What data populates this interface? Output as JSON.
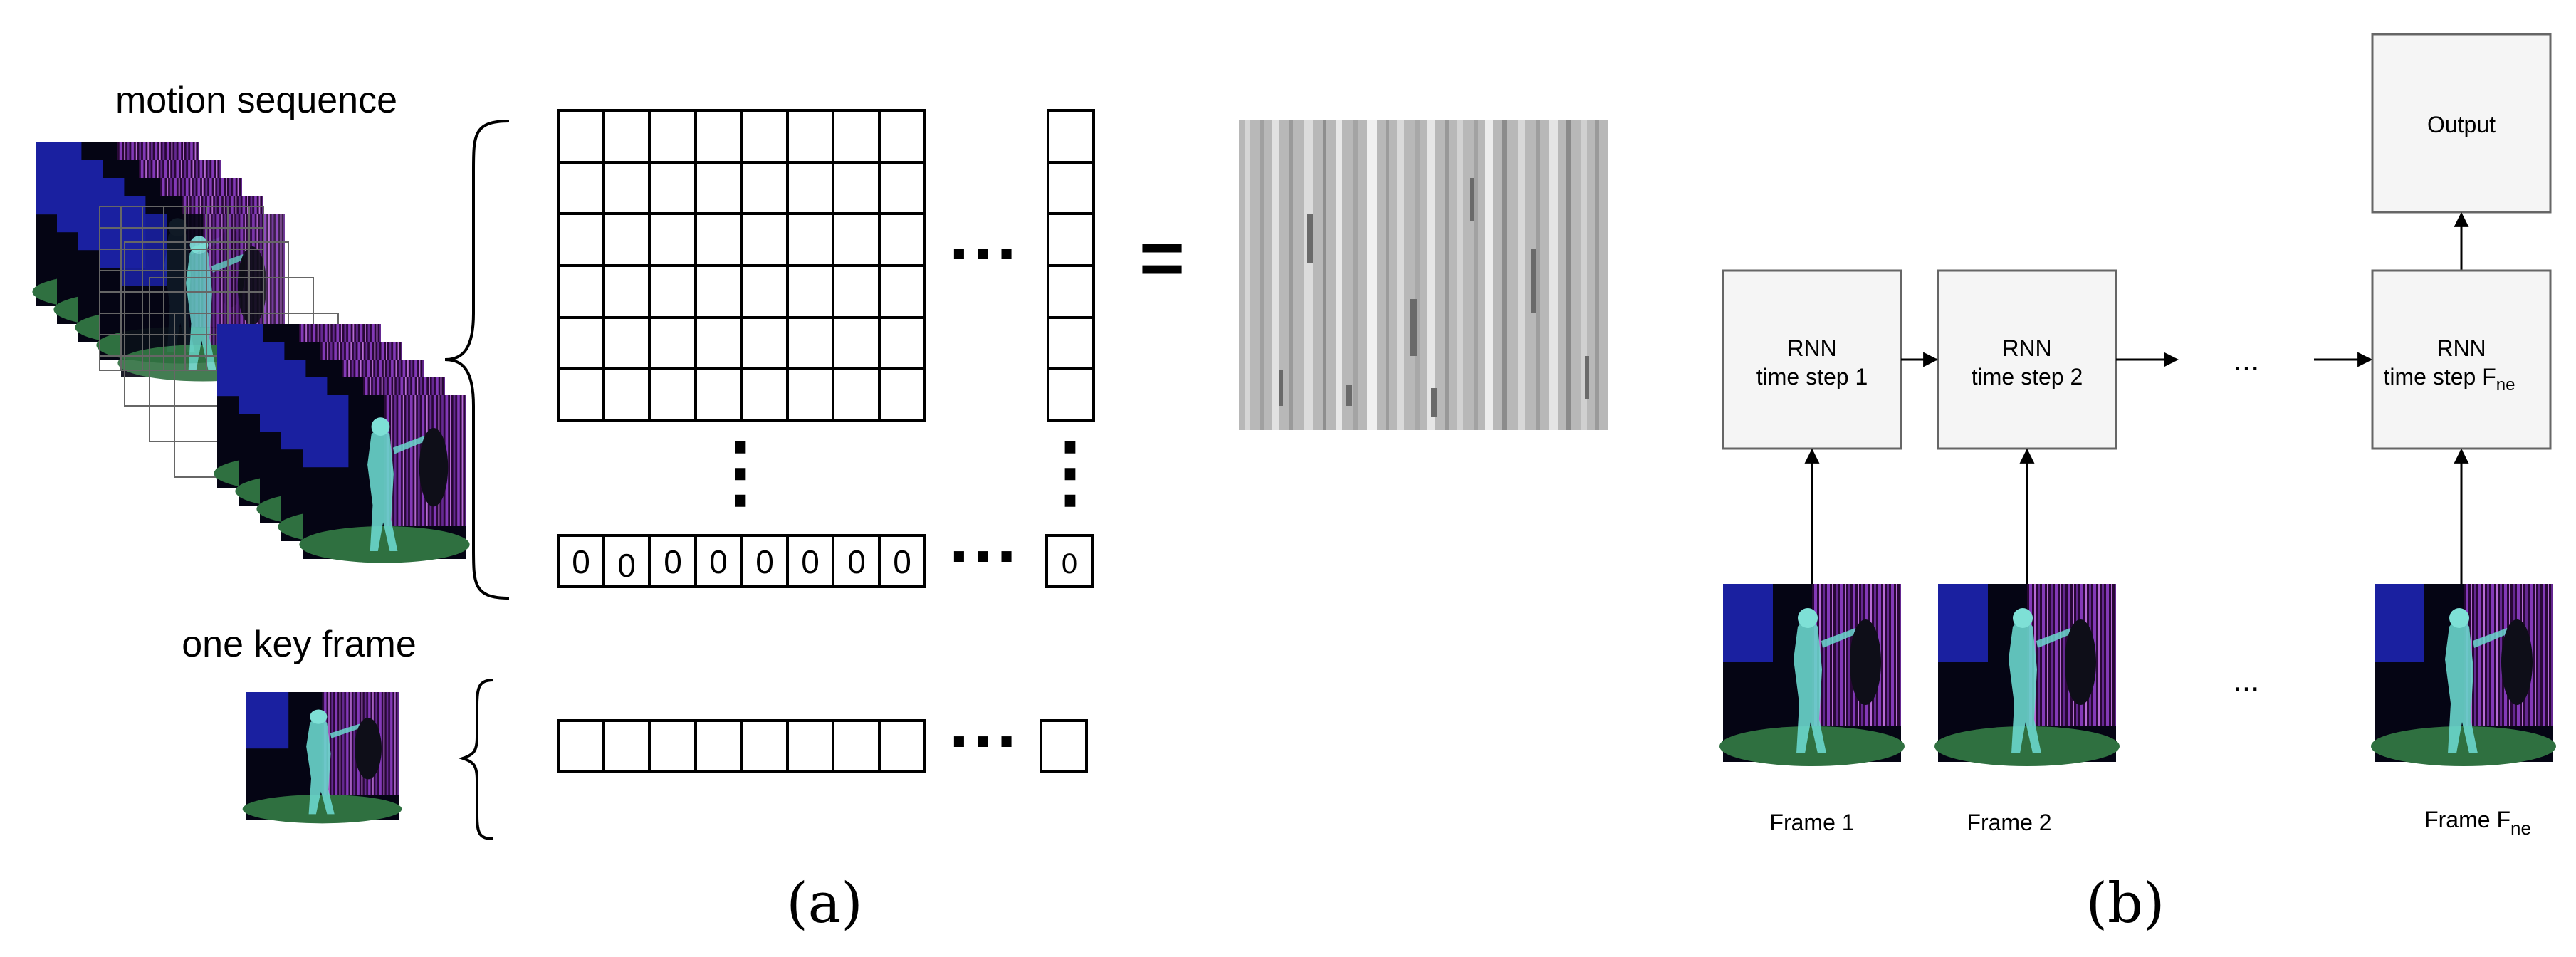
{
  "panel_a": {
    "motion_sequence_label": "motion sequence",
    "key_frame_label": "one key frame",
    "zero_cells": [
      "0",
      "0",
      "0",
      "0",
      "0",
      "0",
      "0",
      "0"
    ],
    "zero_last": "0",
    "ellipsis_h": "···",
    "ellipsis_v": "⋮",
    "equals": "=",
    "caption": "(a)"
  },
  "panel_b": {
    "cells": [
      {
        "line1": "RNN",
        "line2": "time step 1"
      },
      {
        "line1": "RNN",
        "line2": "time step 2"
      },
      {
        "line1": "RNN",
        "line2": "time step F",
        "sub": "ne"
      }
    ],
    "output_label": "Output",
    "ellipsis": "...",
    "frame_labels": [
      {
        "text": "Frame 1"
      },
      {
        "text": "Frame 2"
      },
      {
        "text": "Frame F",
        "sub": "ne"
      }
    ],
    "caption": "(b)"
  },
  "colors": {
    "stroke": "#000000",
    "box_fill": "#f5f5f5",
    "box_stroke": "#666666",
    "frame_bg": "#050514",
    "curtain": "#7b2fa8",
    "body": "#5fd0c8",
    "floor": "#3a7a3a"
  }
}
